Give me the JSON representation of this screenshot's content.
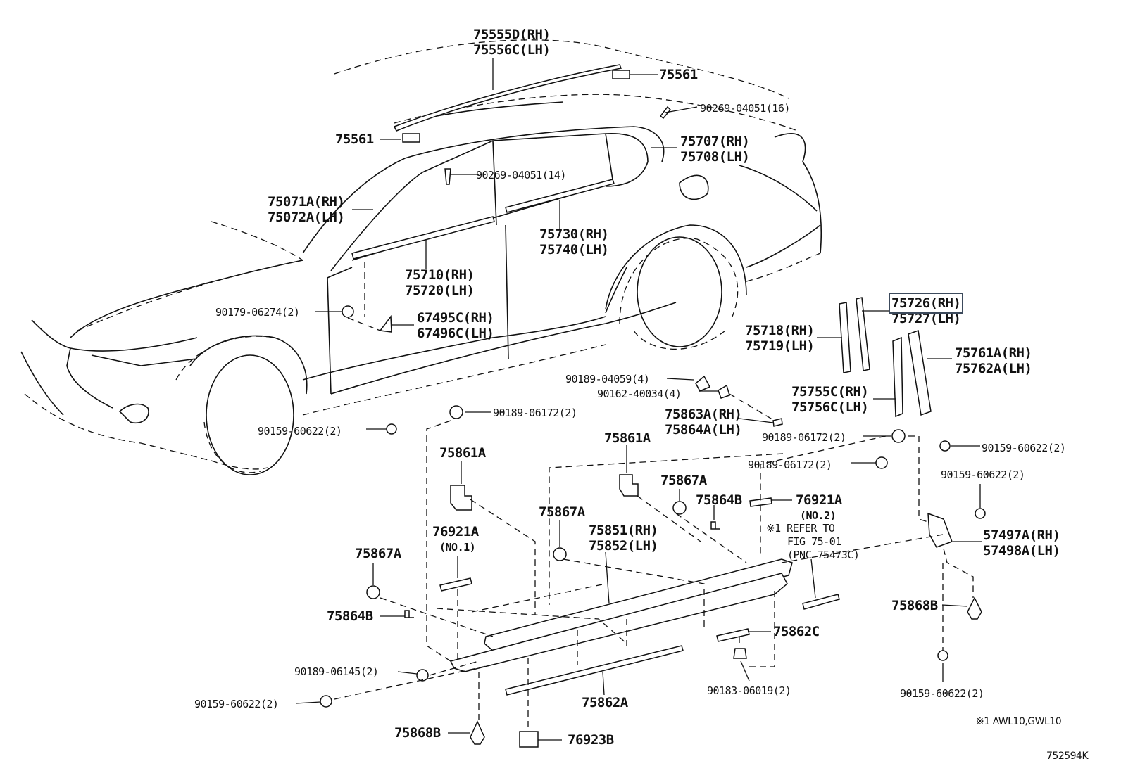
{
  "diagram": {
    "footnote": "※1 AWL10,GWL10",
    "figure_id": "752594K",
    "highlighted_part": "75726(RH)",
    "labels": [
      {
        "id": "l01",
        "lines": [
          "75555D(RH)",
          "75556C(LH)"
        ]
      },
      {
        "id": "l02",
        "lines": [
          "75561"
        ]
      },
      {
        "id": "l03",
        "lines": [
          "90269-04051(16)"
        ]
      },
      {
        "id": "l04",
        "lines": [
          "75561"
        ]
      },
      {
        "id": "l05",
        "lines": [
          "75707(RH)",
          "75708(LH)"
        ]
      },
      {
        "id": "l06",
        "lines": [
          "90269-04051(14)"
        ]
      },
      {
        "id": "l07",
        "lines": [
          "75071A(RH)",
          "75072A(LH)"
        ]
      },
      {
        "id": "l08",
        "lines": [
          "75730(RH)",
          "75740(LH)"
        ]
      },
      {
        "id": "l09",
        "lines": [
          "75710(RH)",
          "75720(LH)"
        ]
      },
      {
        "id": "l10",
        "lines": [
          "90179-06274(2)"
        ]
      },
      {
        "id": "l11",
        "lines": [
          "67495C(RH)",
          "67496C(LH)"
        ]
      },
      {
        "id": "l12",
        "lines": [
          "75726(RH)",
          "75727(LH)"
        ]
      },
      {
        "id": "l13",
        "lines": [
          "75718(RH)",
          "75719(LH)"
        ]
      },
      {
        "id": "l14",
        "lines": [
          "75761A(RH)",
          "75762A(LH)"
        ]
      },
      {
        "id": "l15",
        "lines": [
          "90189-04059(4)"
        ]
      },
      {
        "id": "l16",
        "lines": [
          "90162-40034(4)"
        ]
      },
      {
        "id": "l17",
        "lines": [
          "75755C(RH)",
          "75756C(LH)"
        ]
      },
      {
        "id": "l18",
        "lines": [
          "90189-06172(2)"
        ]
      },
      {
        "id": "l19",
        "lines": [
          "75863A(RH)",
          "75864A(LH)"
        ]
      },
      {
        "id": "l20",
        "lines": [
          "90159-60622(2)"
        ]
      },
      {
        "id": "l21",
        "lines": [
          "90189-06172(2)"
        ]
      },
      {
        "id": "l22",
        "lines": [
          "90159-60622(2)"
        ]
      },
      {
        "id": "l23",
        "lines": [
          "75861A"
        ]
      },
      {
        "id": "l24",
        "lines": [
          "75861A"
        ]
      },
      {
        "id": "l25",
        "lines": [
          "90189-06172(2)"
        ]
      },
      {
        "id": "l26",
        "lines": [
          "90159-60622(2)"
        ]
      },
      {
        "id": "l27",
        "lines": [
          "75867A"
        ]
      },
      {
        "id": "l28",
        "lines": [
          "75864B"
        ]
      },
      {
        "id": "l29",
        "lines": [
          "76921A",
          "(NO.2)"
        ]
      },
      {
        "id": "l30",
        "lines": [
          "75867A"
        ]
      },
      {
        "id": "l31",
        "lines": [
          "※1 REFER TO",
          "FIG 75-01",
          "(PNC 75473C)"
        ]
      },
      {
        "id": "l32",
        "lines": [
          "57497A(RH)",
          "57498A(LH)"
        ]
      },
      {
        "id": "l33",
        "lines": [
          "76921A",
          "(NO.1)"
        ]
      },
      {
        "id": "l34",
        "lines": [
          "75851(RH)",
          "75852(LH)"
        ]
      },
      {
        "id": "l35",
        "lines": [
          "75867A"
        ]
      },
      {
        "id": "l36",
        "lines": [
          "75864B"
        ]
      },
      {
        "id": "l37",
        "lines": [
          "75868B"
        ]
      },
      {
        "id": "l38",
        "lines": [
          "75862C"
        ]
      },
      {
        "id": "l39",
        "lines": [
          "90189-06145(2)"
        ]
      },
      {
        "id": "l40",
        "lines": [
          "90183-06019(2)"
        ]
      },
      {
        "id": "l41",
        "lines": [
          "90159-60622(2)"
        ]
      },
      {
        "id": "l42",
        "lines": [
          "75862A"
        ]
      },
      {
        "id": "l43",
        "lines": [
          "90159-60622(2)"
        ]
      },
      {
        "id": "l44",
        "lines": [
          "75868B"
        ]
      },
      {
        "id": "l45",
        "lines": [
          "76923B"
        ]
      }
    ]
  }
}
